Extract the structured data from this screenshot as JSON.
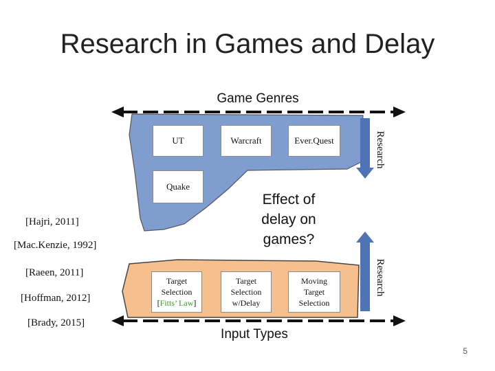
{
  "title": "Research in Games and Delay",
  "genres_label": "Game Genres",
  "input_label": "Input Types",
  "center_question": [
    "Effect of",
    "delay on",
    "games?"
  ],
  "research_label": "Research",
  "genre_boxes": [
    "UT",
    "Warcraft",
    "Ever.Quest",
    "Quake"
  ],
  "input_boxes": {
    "target_selection_line1": "Target",
    "target_selection_line2": "Selection",
    "fitts_open": "[",
    "fitts_law": "Fitts’ Law",
    "fitts_close": "]",
    "delay_line1": "Target",
    "delay_line2": "Selection",
    "delay_line3": "w/Delay",
    "moving_line1": "Moving",
    "moving_line2": "Target",
    "moving_line3": "Selection"
  },
  "citations": [
    "[Hajri, 2011]",
    "[Mac.Kenzie, 1992]",
    "[Raeen, 2011]",
    "[Hoffman, 2012]",
    "[Brady, 2015]"
  ],
  "page_number": "5",
  "colors": {
    "genre_fill": "#7f9dcf",
    "input_fill": "#f6c08e",
    "arrow_fill": "#4f74b6",
    "green_text": "#3a9a2a"
  }
}
